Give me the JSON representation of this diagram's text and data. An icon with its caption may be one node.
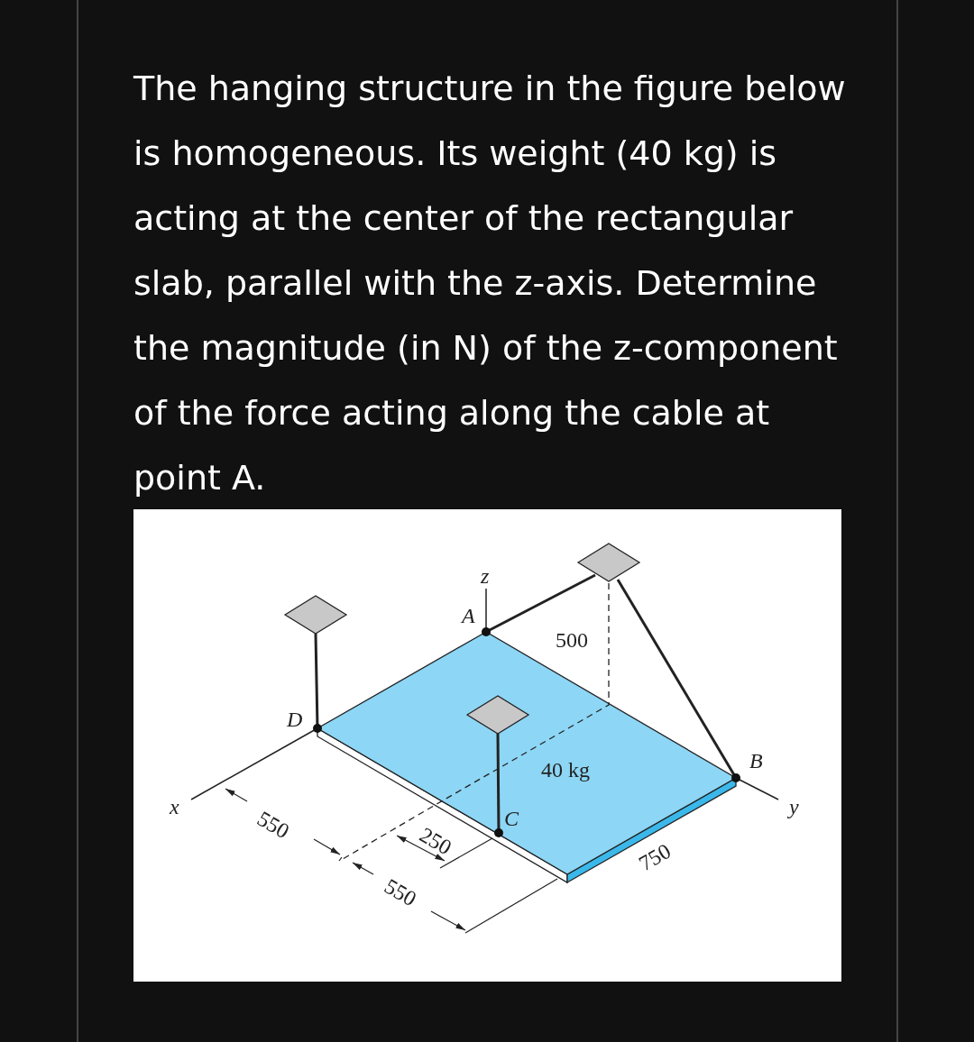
{
  "diagram": {
    "title": "The hanging structure in the figure below is homogeneous. Its weight (40 kg) is acting at the center of the rectangular slab, parallel with the z-axis. Determine the magnitude (in N) of the z-component of the force acting along the cable at point A.",
    "labels": [
      "z",
      "A",
      "500",
      "D",
      "B",
      "40 kg",
      "x",
      "y",
      "C",
      "250",
      "550",
      "750",
      "550"
    ]
  }
}
